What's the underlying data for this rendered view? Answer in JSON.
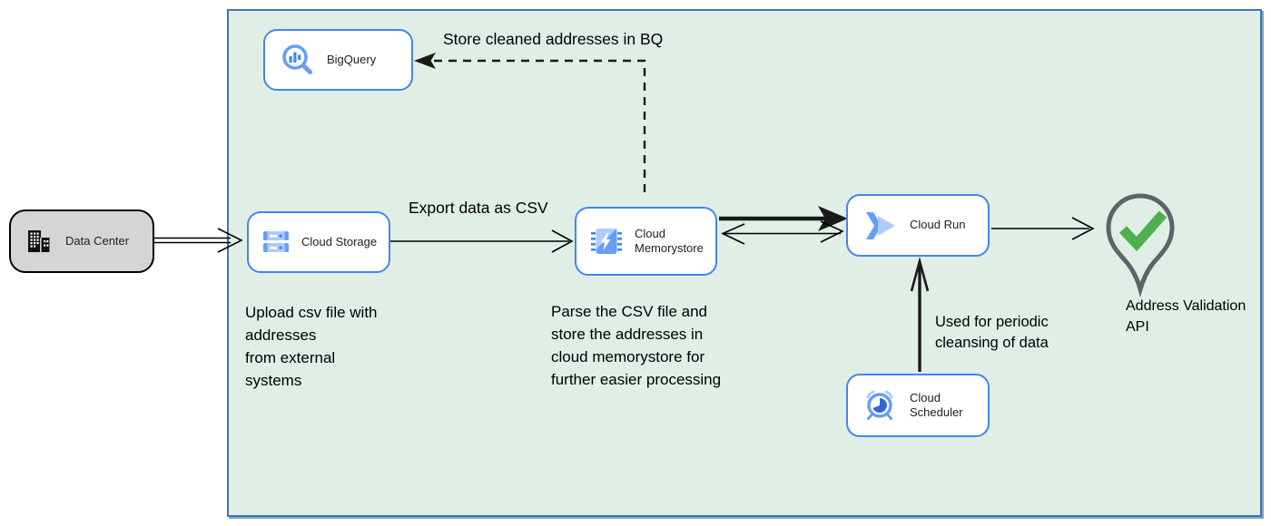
{
  "nodes": {
    "data_center": {
      "label": "Data Center"
    },
    "cloud_storage": {
      "label": "Cloud Storage"
    },
    "bigquery": {
      "label": "BigQuery"
    },
    "cloud_memorystore": {
      "label": "Cloud Memorystore"
    },
    "cloud_run": {
      "label": "Cloud Run"
    },
    "cloud_scheduler": {
      "label": "Cloud Scheduler"
    },
    "address_validation_api": {
      "label": "Address Validation API"
    }
  },
  "edge_labels": {
    "store_in_bq": "Store cleaned addresses in BQ",
    "export_csv": "Export data as CSV",
    "periodic_cleansing": "Used for periodic\ncleansing of data"
  },
  "annotations": {
    "upload": "Upload csv file with\naddresses\nfrom external\nsystems",
    "parse": "Parse the CSV file and\nstore the addresses in\ncloud  memorystore for\nfurther easier processing"
  },
  "colors": {
    "boundary-fill": "#e1eee5",
    "boundary-border": "#3d76ad",
    "node-border": "#4285f4",
    "node-fill": "#ffffff",
    "datacenter-fill": "#d5d5d5",
    "arrow": "#000000",
    "pin-stroke": "#5f6368",
    "check-green": "#4caf50",
    "icon-blue": "#4285f4",
    "icon-blue-mid": "#669df6",
    "icon-blue-light": "#aecbfa"
  }
}
